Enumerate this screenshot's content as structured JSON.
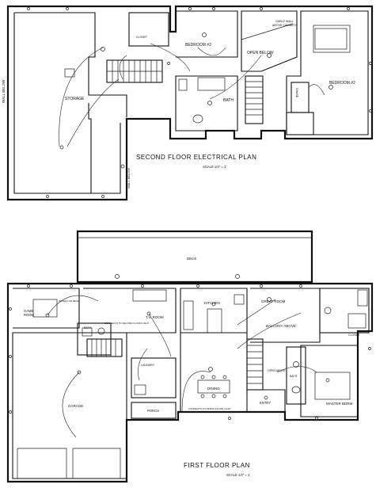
{
  "second_floor": {
    "title": "SECOND FLOOR ELECTRICAL PLAN",
    "scale": "SCALE 1/4\" = 1'",
    "rooms": {
      "storage": "STORAGE",
      "closet": "CLOSET",
      "bedroom3": "BEDROOM #3",
      "open_below": "OPEN BELOW",
      "gable_wall": "GABLE WALL\nABOVE CABINETS",
      "bedroom2": "BEDROOM #2",
      "bath": "BATH",
      "chase": "CHASE"
    },
    "side_labels": {
      "wall_below_left": "WALL BELOW",
      "wall_below_right": "WALL BELOW"
    }
  },
  "first_floor": {
    "title": "FIRST FLOOR PLAN",
    "scale": "SCALE 1/4\" = 1'",
    "rooms": {
      "deck": "DECK",
      "game_room": "GAME\nROOM",
      "tv_room": "T.V. ROOM",
      "kitchen": "KITCHEN",
      "great_room": "GREAT ROOM",
      "balcony": "BALCONY ABOVE",
      "bath_left": "BATH",
      "laundry": "LAUNDRY",
      "garage": "GARAGE",
      "porch": "PORCH",
      "dining": "DINING",
      "entry": "ENTRY",
      "open_above": "OPEN ABOVE",
      "master_bdrm": "MASTER BDRM",
      "bath_right": "BATH",
      "closet": "CLOSET"
    },
    "notes": {
      "game_light": "WATER LAN BEAM",
      "connect_second": "CONNECTS TO SECOND FLOOR LIGHT",
      "connect_dining": "CONNECTS TO DINING FLOOR LIGHT"
    }
  }
}
